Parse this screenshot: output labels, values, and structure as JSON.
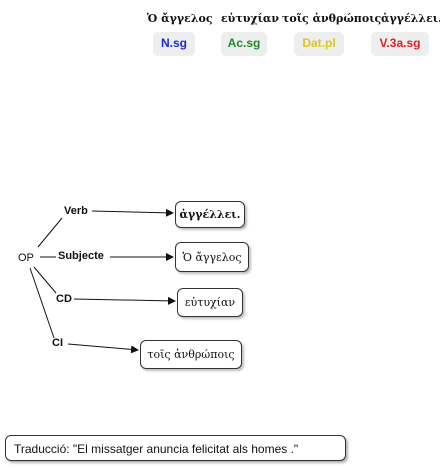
{
  "header": {
    "words": [
      {
        "text": "Ὁ ἄγγελος",
        "tag": "N.sg",
        "tag_color": "#1f2ad1"
      },
      {
        "text": "εὐτυχίαν",
        "tag": "Ac.sg",
        "tag_color": "#1e8a2e"
      },
      {
        "text": "τοῖς ἀνθρώποις",
        "tag": "Dat.pl",
        "tag_color": "#d8c81c"
      },
      {
        "text": "ἀγγέλλει.",
        "tag": "V.3a.sg",
        "tag_color": "#e02020"
      }
    ]
  },
  "tree": {
    "root": "OP",
    "branches": [
      {
        "label": "Verb",
        "value": "ἀγγέλλει."
      },
      {
        "label": "Subjecte",
        "value": "Ὁ ἄγγελος"
      },
      {
        "label": "CD",
        "value": "εὐτυχίαν"
      },
      {
        "label": "CI",
        "value": "τοῖς ἀνθρώποις"
      }
    ]
  },
  "translation": "Traducció: \"El missatger anuncia felicitat als homes .\""
}
